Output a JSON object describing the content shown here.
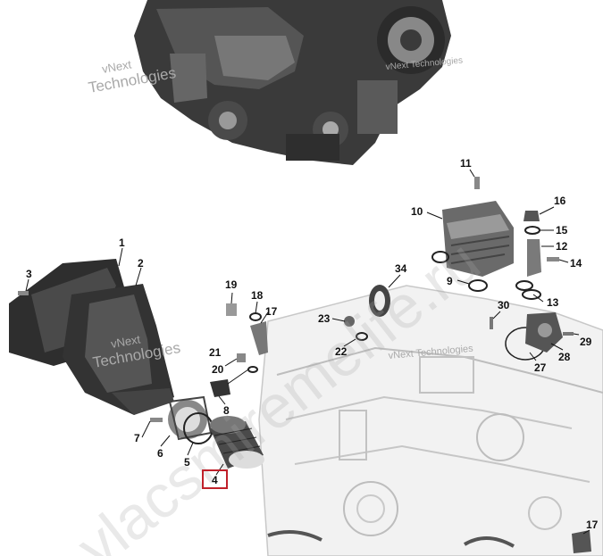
{
  "callouts": [
    {
      "id": "1",
      "label": "1"
    },
    {
      "id": "2",
      "label": "2"
    },
    {
      "id": "3",
      "label": "3"
    },
    {
      "id": "4",
      "label": "4",
      "highlighted": true
    },
    {
      "id": "5",
      "label": "5"
    },
    {
      "id": "6",
      "label": "6"
    },
    {
      "id": "7",
      "label": "7"
    },
    {
      "id": "8",
      "label": "8"
    },
    {
      "id": "9",
      "label": "9"
    },
    {
      "id": "10",
      "label": "10"
    },
    {
      "id": "11",
      "label": "11"
    },
    {
      "id": "12",
      "label": "12"
    },
    {
      "id": "13",
      "label": "13"
    },
    {
      "id": "14",
      "label": "14"
    },
    {
      "id": "15",
      "label": "15"
    },
    {
      "id": "16",
      "label": "16"
    },
    {
      "id": "17a",
      "label": "17"
    },
    {
      "id": "17b",
      "label": "17"
    },
    {
      "id": "18",
      "label": "18"
    },
    {
      "id": "19",
      "label": "19"
    },
    {
      "id": "20",
      "label": "20"
    },
    {
      "id": "21",
      "label": "21"
    },
    {
      "id": "22",
      "label": "22"
    },
    {
      "id": "23",
      "label": "23"
    },
    {
      "id": "27",
      "label": "27"
    },
    {
      "id": "28",
      "label": "28"
    },
    {
      "id": "29",
      "label": "29"
    },
    {
      "id": "30",
      "label": "30"
    },
    {
      "id": "34",
      "label": "34"
    }
  ],
  "watermarks": {
    "vnext_line1": "vNext",
    "vnext_line2": "Technologies",
    "vnext_inline": "vNext Technologies",
    "site_diag": "vlacsmiremelife.ru"
  },
  "colors": {
    "highlight_box": "#c0202a",
    "part_dark": "#2e2e2e",
    "part_mid": "#6b6b6b",
    "part_light": "#bdbdbd"
  }
}
